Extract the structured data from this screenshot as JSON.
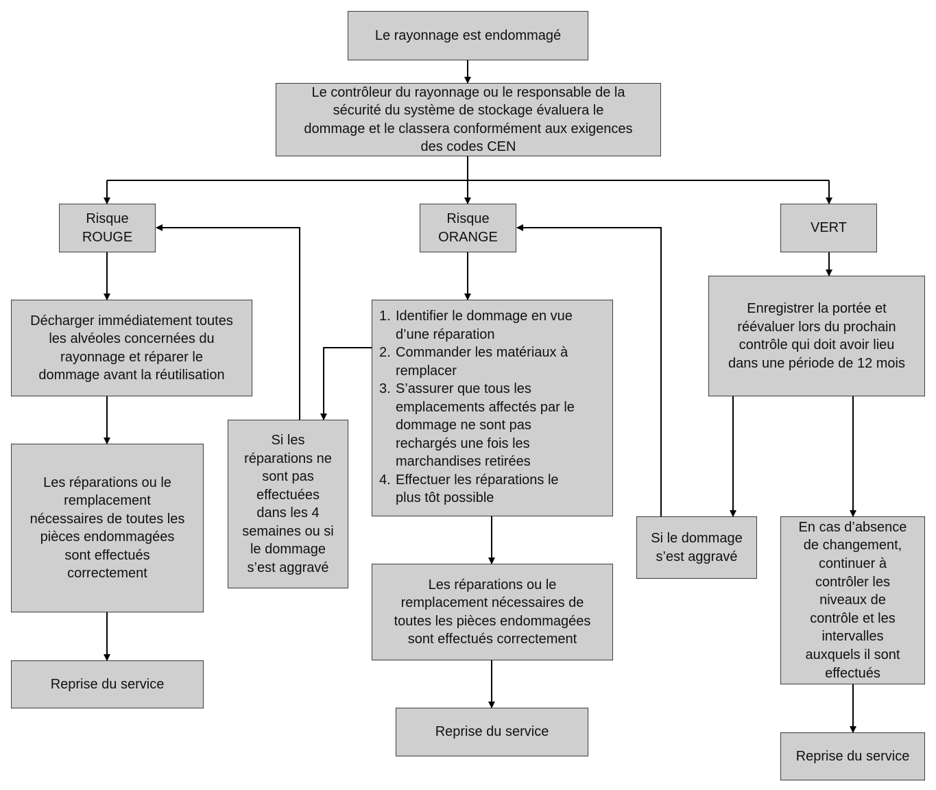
{
  "flowchart": {
    "start": "Le rayonnage est endommagé",
    "evaluation": "Le contrôleur du rayonnage ou le responsable de la\nsécurité du système de stockage évaluera le\ndommage et le classera conformément aux exigences\ndes codes CEN",
    "red": {
      "title": "Risque\nROUGE",
      "action": "Décharger immédiatement toutes\nles alvéoles concernées du\nrayonnage et réparer le\ndommage avant la réutilisation",
      "repair": "Les réparations ou le\nremplacement\nnécessaires de toutes les\npièces endommagées\nsont effectués\ncorrectement",
      "resume": "Reprise du service"
    },
    "escalation_red": "Si les\nréparations ne\nsont pas\neffectuées\ndans les 4\nsemaines ou si\nle dommage\ns’est aggravé",
    "orange": {
      "title": "Risque\nORANGE",
      "steps": [
        {
          "num": "1.",
          "text": "Identifier le dommage en vue\nd’une réparation"
        },
        {
          "num": "2.",
          "text": "Commander les matériaux à\nremplacer"
        },
        {
          "num": "3.",
          "text": "S’assurer que tous les\nemplacements affectés par le\ndommage ne  sont pas\nrechargés une fois les\nmarchandises retirées"
        },
        {
          "num": "4.",
          "text": "Effectuer les réparations le\nplus tôt possible"
        }
      ],
      "repair": "Les réparations ou le\nremplacement nécessaires de\ntoutes les pièces endommagées\nsont effectués correctement",
      "resume": "Reprise du service"
    },
    "escalation_orange": "Si le dommage\ns’est aggravé",
    "green": {
      "title": "VERT",
      "action": "Enregistrer la portée et\nréévaluer lors du prochain\ncontrôle qui doit avoir lieu\ndans une période de 12 mois",
      "nochange": "En cas d’absence\nde changement,\ncontinuer à\ncontrôler les\nniveaux de\ncontrôle et les\nintervalles\nauxquels il sont\neffectués",
      "resume": "Reprise du service"
    }
  },
  "colors": {
    "box_fill": "#cfcfcf",
    "border": "#3a3a3a",
    "connector": "#000000"
  }
}
